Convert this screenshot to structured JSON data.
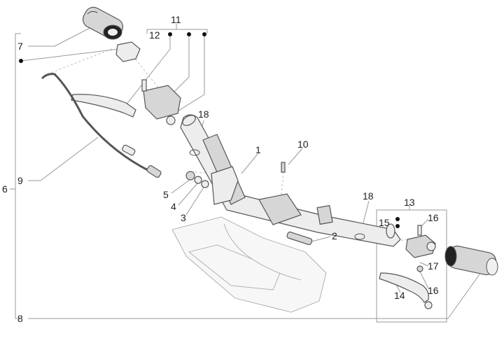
{
  "callouts": {
    "c1": "1",
    "c2": "2",
    "c3": "3",
    "c4": "4",
    "c5": "5",
    "c6": "6",
    "c7": "7",
    "c8": "8",
    "c9": "9",
    "c10": "10",
    "c11": "11",
    "c12": "12",
    "c13": "13",
    "c14": "14",
    "c15": "15",
    "c16a": "16",
    "c16b": "16",
    "c17": "17",
    "c18a": "18",
    "c18b": "18"
  },
  "colors": {
    "line": "#9a9a9a",
    "part_stroke": "#555555",
    "text": "#222222"
  }
}
